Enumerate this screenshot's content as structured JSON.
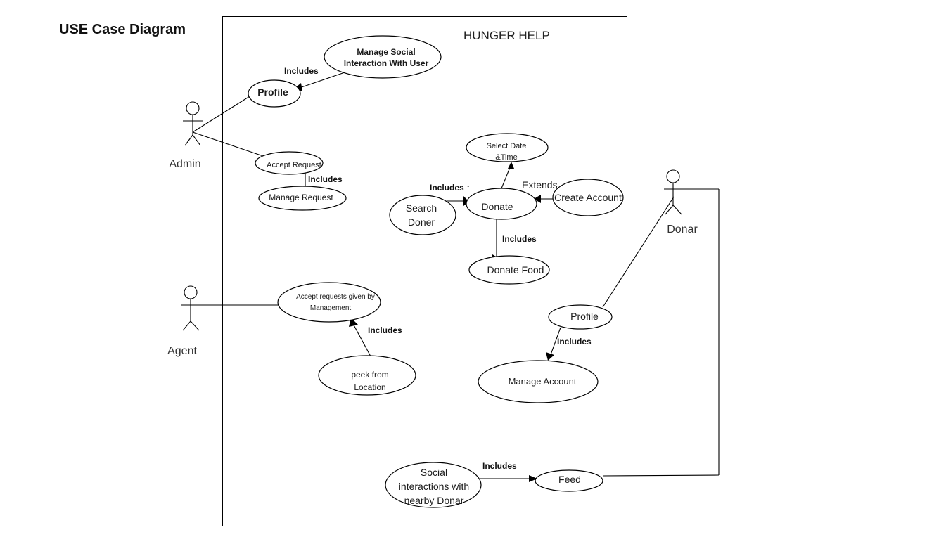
{
  "diagram_title": "USE Case Diagram",
  "system_name": "HUNGER HELP",
  "actors": {
    "admin": "Admin",
    "agent": "Agent",
    "donar": "Donar"
  },
  "use_cases": {
    "manage_social_line1": "Manage Social",
    "manage_social_line2": "Interaction With User",
    "admin_profile": "Profile",
    "accept_request": "Accept Request",
    "manage_request": "Manage Request",
    "select_date_line1": "Select Date",
    "select_date_line2": "&Time",
    "create_account": "Create Account",
    "search_doner_line1": "Search",
    "search_doner_line2": "Doner",
    "donate": "Donate",
    "donate_food": "Donate Food",
    "accept_requests_line1": "Accept requests given by",
    "accept_requests_line2": "Management",
    "peek_line1": "peek from",
    "peek_line2": "Location",
    "donar_profile": "Profile",
    "manage_account": "Manage Account",
    "social_line1": "Social",
    "social_line2": "interactions with",
    "social_line3": "nearby Donar",
    "feed": "Feed"
  },
  "relations": {
    "includes_profile": "Includes",
    "includes_manage_request": "Includes",
    "includes_search": "Includes",
    "search_dot": "·",
    "extends": "Extends",
    "includes_donate_food": "Includes",
    "includes_peek": "Includes",
    "includes_manage_account": "Includes",
    "includes_social": "Includes"
  }
}
